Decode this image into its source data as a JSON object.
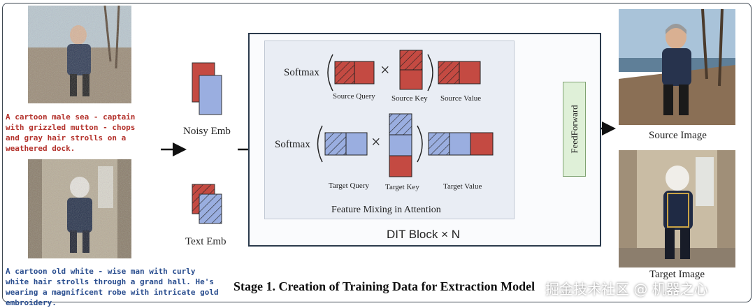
{
  "prompts": {
    "source": "A cartoon male sea - captain with grizzled mutton - chops and gray hair strolls on a weathered dock.",
    "target": "A cartoon old white - wise man with curly white hair strolls through a grand hall. He's wearing a magnificent robe with intricate gold embroidery."
  },
  "embeddings": {
    "noisy": "Noisy Emb",
    "text": "Text Emb"
  },
  "attention": {
    "softmax": "Softmax",
    "source_query": "Source Query",
    "source_key": "Source Key",
    "source_value": "Source Value",
    "target_query": "Target Query",
    "target_key": "Target Key",
    "target_value": "Target Value",
    "mixing_title": "Feature Mixing in Attention",
    "times": "×"
  },
  "dit_block": "DIT Block × N",
  "feedforward": "FeedForward",
  "outputs": {
    "source": "Source Image",
    "target": "Target Image"
  },
  "stage_title": "Stage 1. Creation of Training Data for Extraction Model",
  "watermark": "掘金技术社区 @ 机器之心",
  "colors": {
    "red_block": "#c44a42",
    "blue_block": "#9aaee0",
    "prompt_source": "#b3312b",
    "prompt_target": "#2a4e8f",
    "feedforward_bg": "#dff0d8"
  },
  "icons": [
    "right-arrow-icon",
    "hatch-pattern-icon"
  ]
}
